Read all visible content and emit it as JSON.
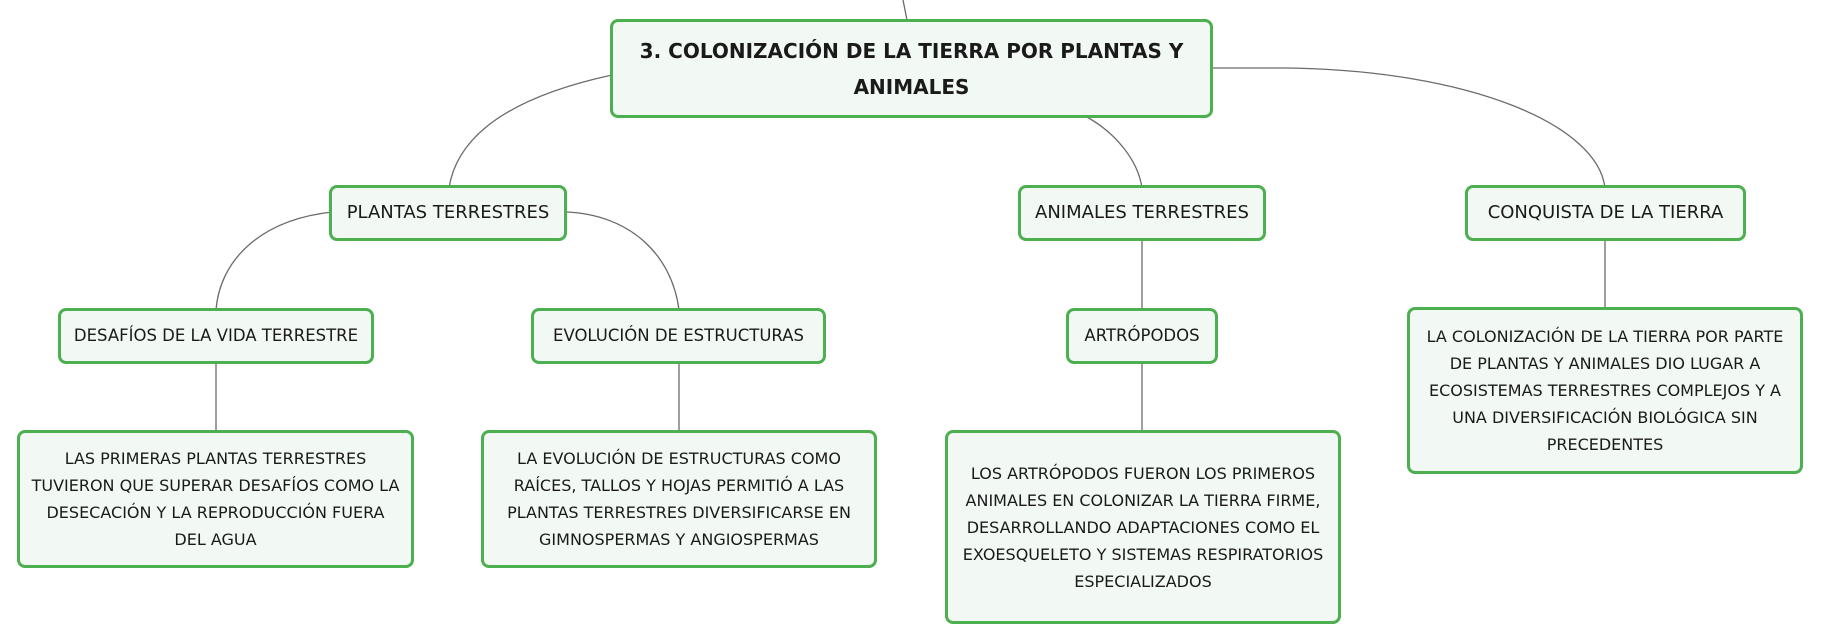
{
  "colors": {
    "node_border": "#4caf50",
    "node_fill": "#f2f8f3",
    "connector": "#6b6b6b",
    "text": "#1a1a1a",
    "background": "#ffffff"
  },
  "mindmap": {
    "root": {
      "label": "3. COLONIZACIÓN DE LA TIERRA POR PLANTAS Y ANIMALES"
    },
    "branches": [
      {
        "label": "PLANTAS TERRESTRES",
        "children": [
          {
            "label": "DESAFÍOS DE LA VIDA TERRESTRE",
            "detail": "LAS PRIMERAS PLANTAS TERRESTRES TUVIERON QUE SUPERAR DESAFÍOS COMO LA DESECACIÓN Y LA REPRODUCCIÓN FUERA DEL AGUA"
          },
          {
            "label": "EVOLUCIÓN DE ESTRUCTURAS",
            "detail": "LA EVOLUCIÓN DE ESTRUCTURAS COMO RAÍCES, TALLOS Y HOJAS PERMITIÓ A LAS PLANTAS TERRESTRES DIVERSIFICARSE EN GIMNOSPERMAS Y ANGIOSPERMAS"
          }
        ]
      },
      {
        "label": "ANIMALES TERRESTRES",
        "children": [
          {
            "label": "ARTRÓPODOS",
            "detail": "LOS ARTRÓPODOS FUERON LOS PRIMEROS ANIMALES EN COLONIZAR LA TIERRA FIRME, DESARROLLANDO ADAPTACIONES COMO EL EXOESQUELETO Y SISTEMAS RESPIRATORIOS ESPECIALIZADOS"
          }
        ]
      },
      {
        "label": "CONQUISTA DE LA TIERRA",
        "detail": "LA COLONIZACIÓN DE LA TIERRA POR PARTE DE PLANTAS Y ANIMALES DIO LUGAR A ECOSISTEMAS TERRESTRES COMPLEJOS Y A UNA DIVERSIFICACIÓN BIOLÓGICA SIN PRECEDENTES"
      }
    ]
  }
}
